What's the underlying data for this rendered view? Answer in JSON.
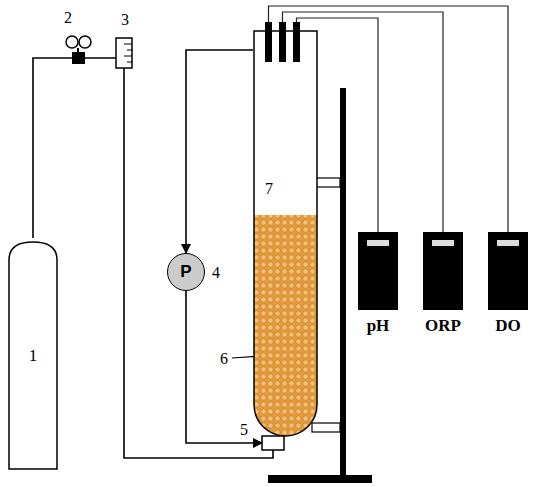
{
  "diagram": {
    "nodes": [
      {
        "text": [
          "1"
        ]
      },
      {
        "text": [
          "P"
        ]
      },
      {
        "text": [
          "7"
        ]
      },
      {
        "text": [
          "pH"
        ]
      },
      {
        "text": [
          "ORP"
        ]
      },
      {
        "text": [
          "DO"
        ]
      }
    ],
    "edges": [
      {
        "from": 0,
        "to": 2,
        "arrow": "none"
      },
      {
        "from": 2,
        "to": 1,
        "arrow": "to"
      },
      {
        "from": 1,
        "to": 2,
        "arrow": "to"
      },
      {
        "from": 2,
        "to": 3,
        "arrow": "none"
      },
      {
        "from": 2,
        "to": 4,
        "arrow": "none"
      },
      {
        "from": 2,
        "to": 5,
        "arrow": "none"
      }
    ],
    "labels": [
      "2",
      "3",
      "4",
      "5",
      "6"
    ]
  }
}
